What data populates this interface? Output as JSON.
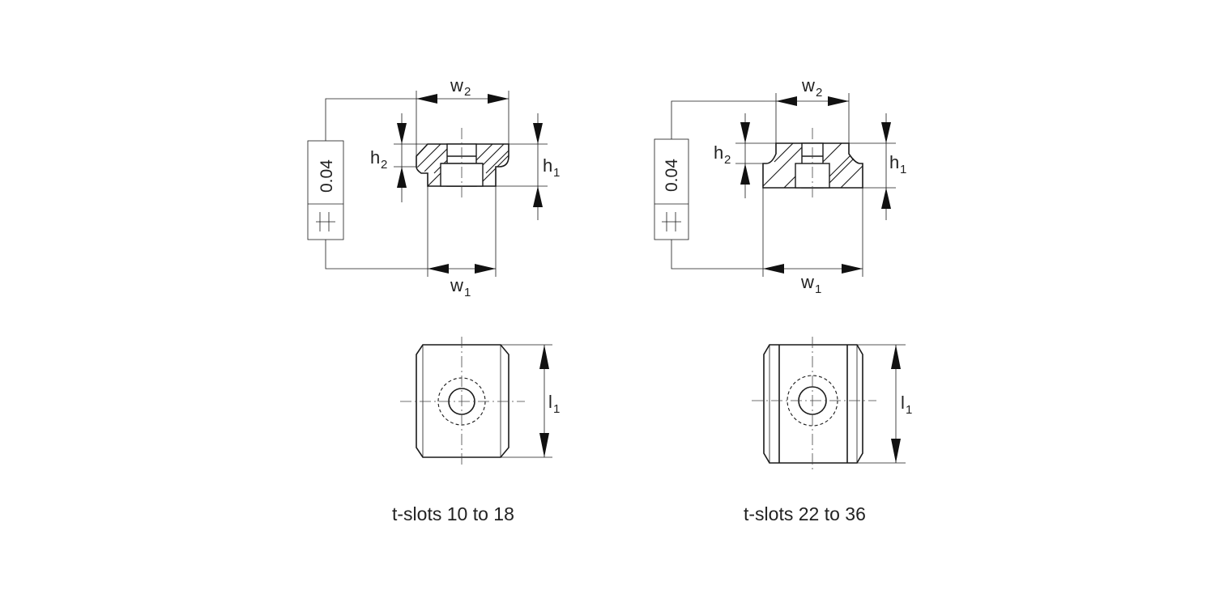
{
  "figures": [
    {
      "caption": "t-slots 10 to 18",
      "tolerance": "0.04",
      "dims": {
        "w1": "w",
        "w1_sub": "1",
        "w2": "w",
        "w2_sub": "2",
        "h1": "h",
        "h1_sub": "1",
        "h2": "h",
        "h2_sub": "2",
        "l1": "l",
        "l1_sub": "1"
      }
    },
    {
      "caption": "t-slots 22 to 36",
      "tolerance": "0.04",
      "dims": {
        "w1": "w",
        "w1_sub": "1",
        "w2": "w",
        "w2_sub": "2",
        "h1": "h",
        "h1_sub": "1",
        "h2": "h",
        "h2_sub": "2",
        "l1": "l",
        "l1_sub": "1"
      }
    }
  ]
}
